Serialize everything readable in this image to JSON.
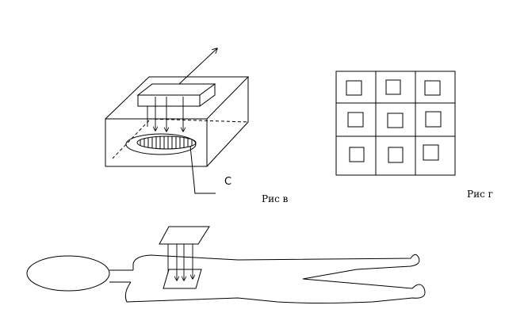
{
  "labels": {
    "c": "C",
    "fig_v": "Рис в",
    "fig_g": "Рис г"
  },
  "colors": {
    "ink": "#000000",
    "background": "#ffffff"
  }
}
